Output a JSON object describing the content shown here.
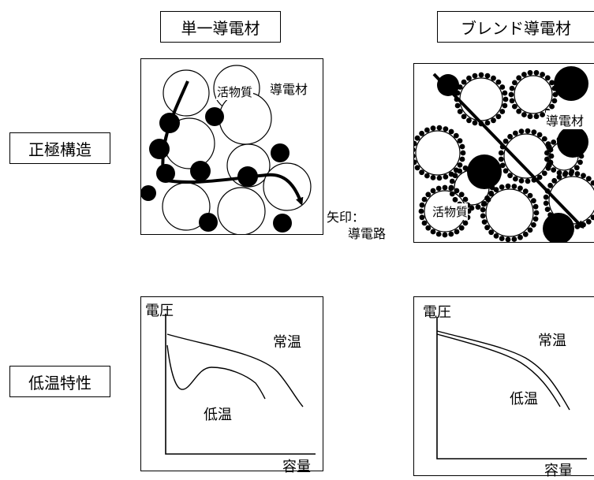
{
  "columns": {
    "single": "単一導電材",
    "blend": "ブレンド導電材"
  },
  "rows": {
    "structure": "正極構造",
    "low_temp": "低温特性"
  },
  "structure_labels": {
    "active_material": "活物質",
    "conductive_material": "導電材",
    "arrow_note_line1": "矢印：",
    "arrow_note_line2": "導電路"
  },
  "graph_labels": {
    "voltage": "電圧",
    "capacity": "容量",
    "room_temp": "常温",
    "low_temp": "低温"
  }
}
